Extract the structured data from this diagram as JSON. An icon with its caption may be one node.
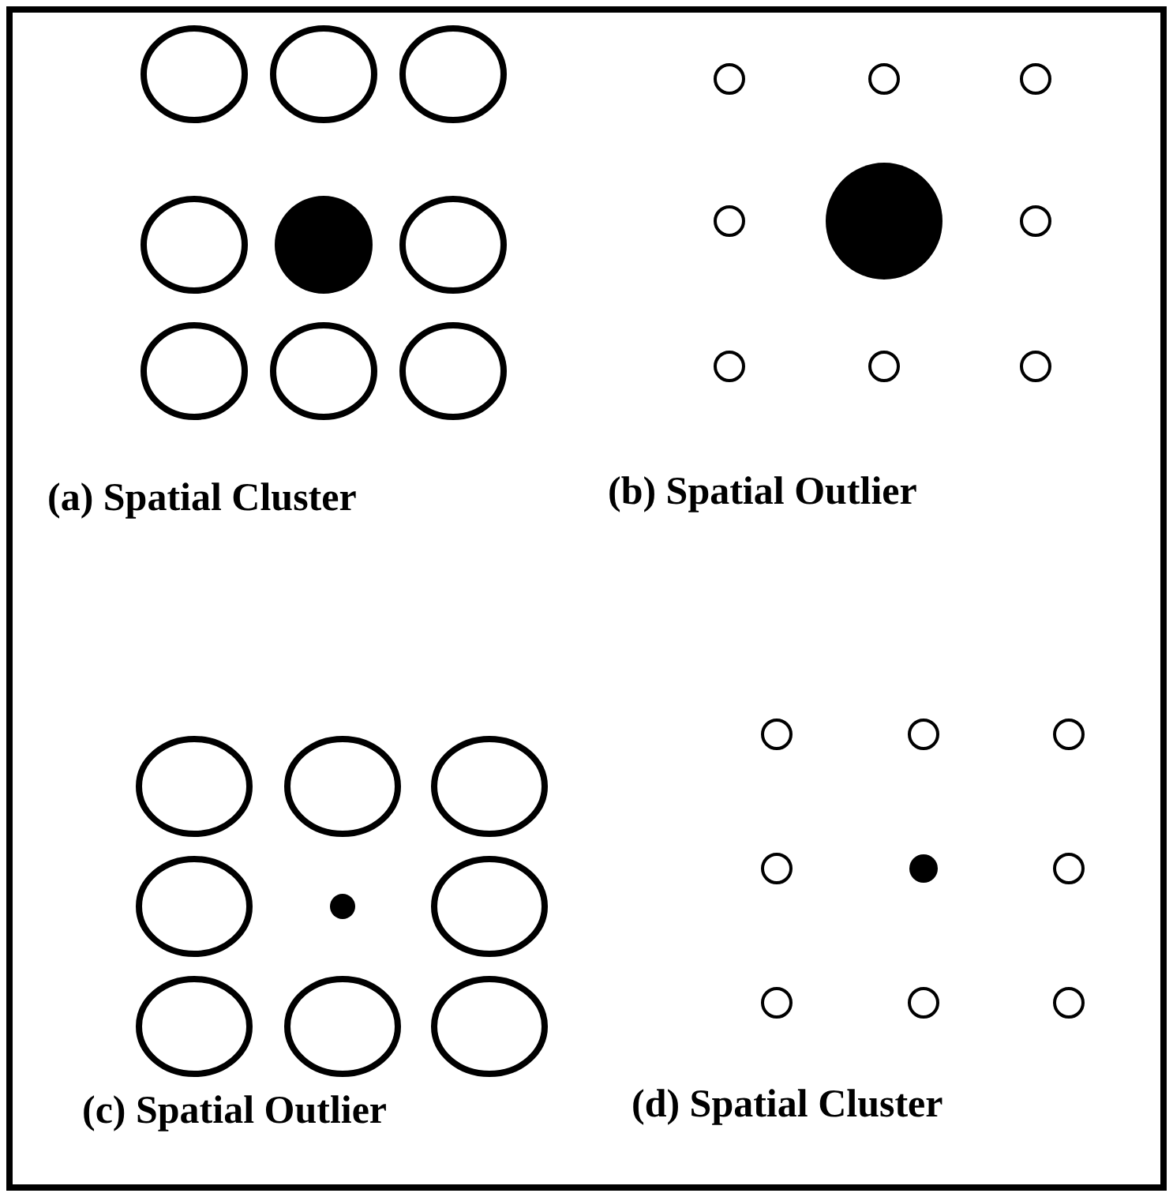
{
  "diagram": {
    "labels": [
      "(a) Spatial Cluster",
      "(b) Spatial Outlier",
      "(c) Spatial Outlier",
      "(d) Spatial Cluster"
    ]
  }
}
